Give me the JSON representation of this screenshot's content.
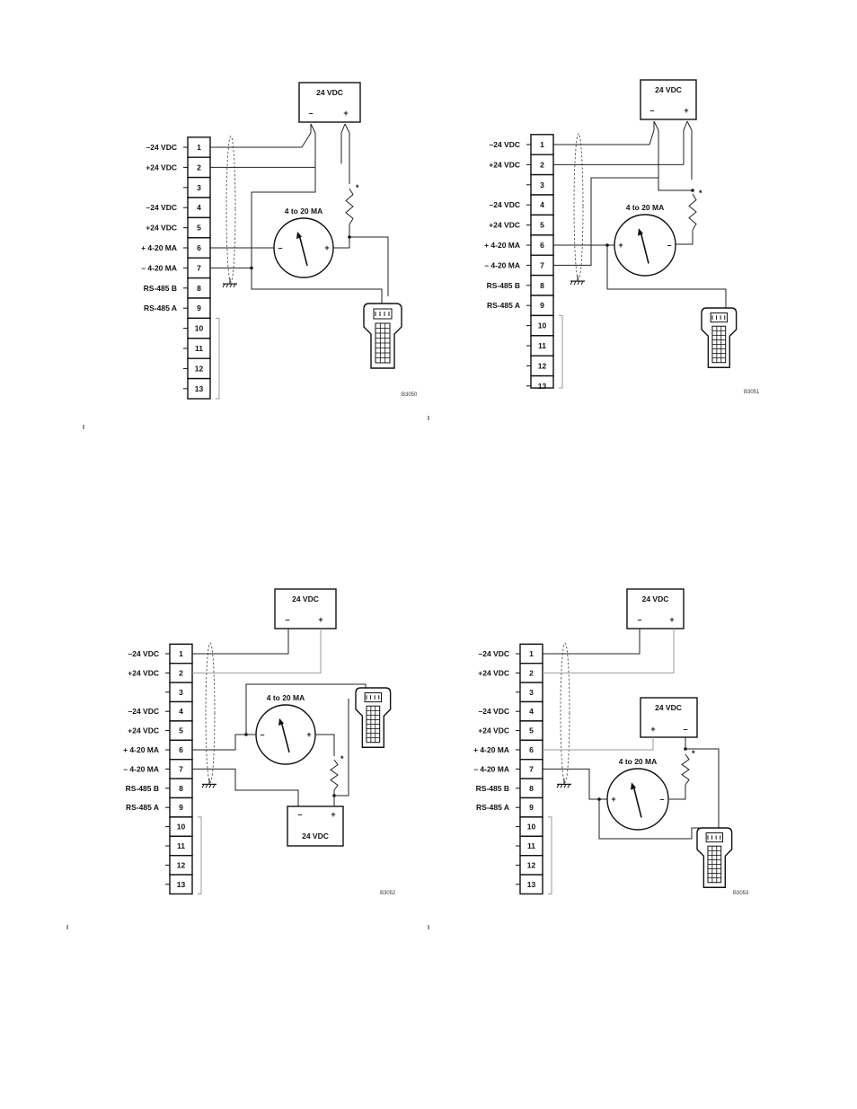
{
  "terminal_labels": [
    "–24 VDC",
    "+24 VDC",
    "",
    "–24 VDC",
    "+24 VDC",
    "+ 4-20 MA",
    "– 4-20 MA",
    "RS-485 B",
    "RS-485 A"
  ],
  "terminal_numbers": [
    "1",
    "2",
    "3",
    "4",
    "5",
    "6",
    "7",
    "8",
    "9",
    "10",
    "11",
    "12",
    "13"
  ],
  "power_supply_label": "24 VDC",
  "minus": "–",
  "plus": "+",
  "meter_label": "4 to 20 MA",
  "resistor_note": "*",
  "diagrams": [
    {
      "figure_id": "B3050"
    },
    {
      "figure_id": "B3051"
    },
    {
      "figure_id": "B3052"
    },
    {
      "figure_id": "B3053"
    }
  ]
}
